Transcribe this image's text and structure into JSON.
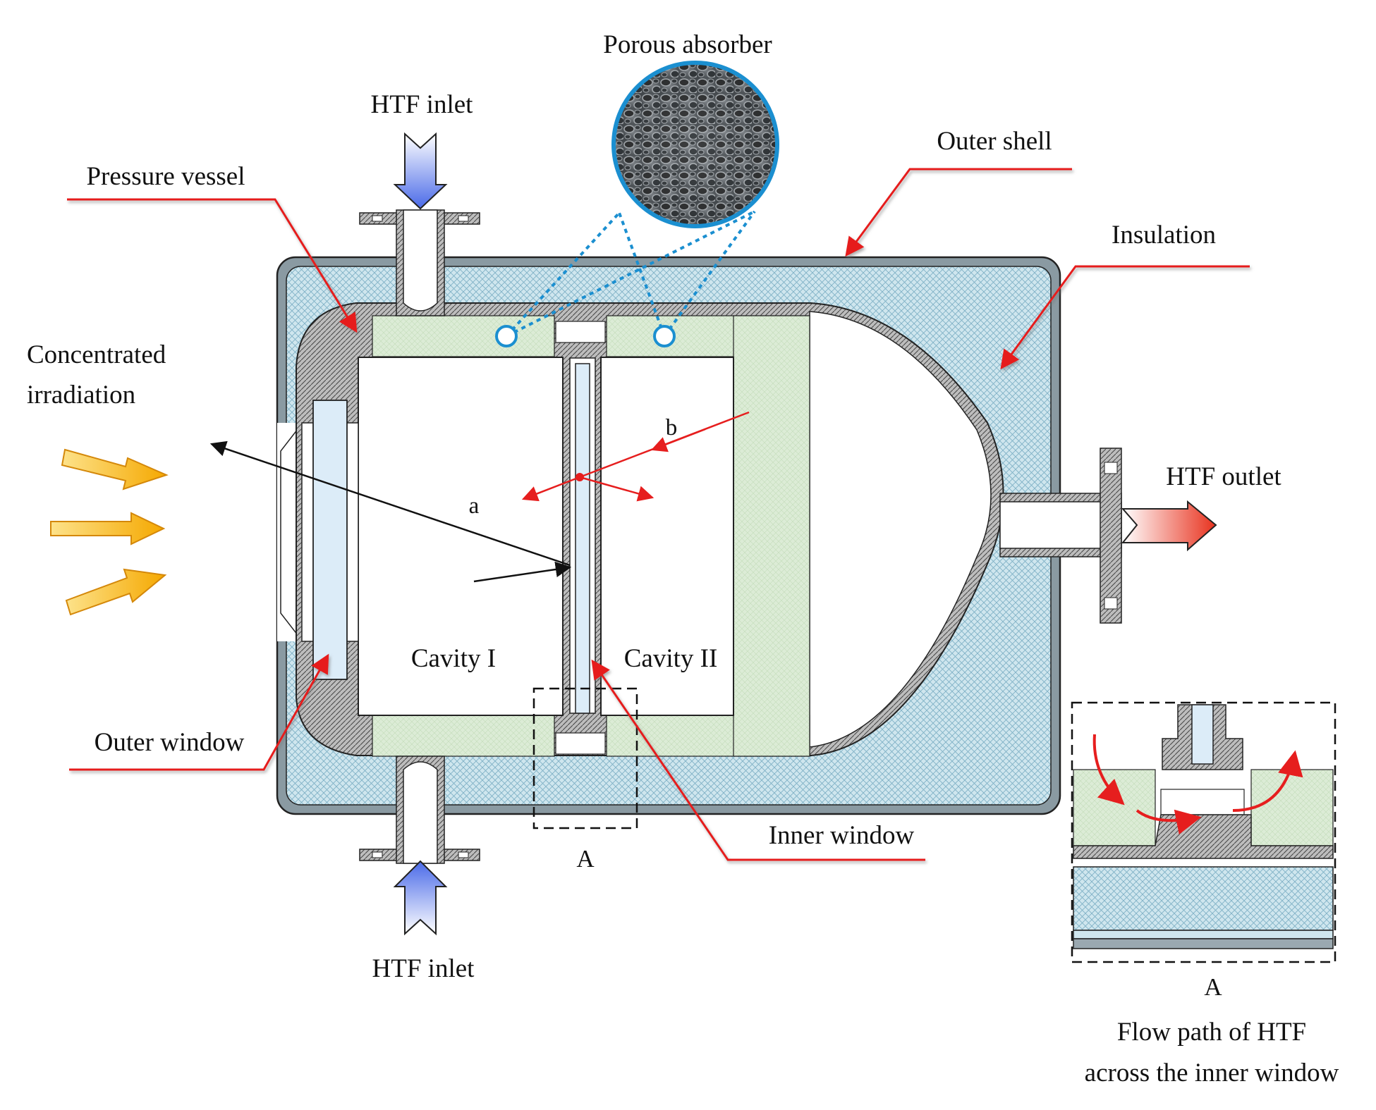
{
  "labels": {
    "porous_absorber": "Porous absorber",
    "htf_inlet_top": "HTF inlet",
    "htf_inlet_bottom": "HTF inlet",
    "outer_shell": "Outer shell",
    "pressure_vessel": "Pressure vessel",
    "insulation": "Insulation",
    "concentrated_1": "Concentrated",
    "concentrated_2": "irradiation",
    "htf_outlet": "HTF outlet",
    "ray_a": "a",
    "ray_b": "b",
    "cavity_1": "Cavity I",
    "cavity_2": "Cavity II",
    "outer_window": "Outer window",
    "inner_window": "Inner window",
    "detail_a": "A",
    "detail_a_inset": "A",
    "inset_caption_1": "Flow path of HTF",
    "inset_caption_2": "across the inner window"
  },
  "colors": {
    "insulation": "#cfe6ee",
    "porous": "#dcecd6",
    "vessel_wall": "#a9a9a9",
    "window": "#dcecf8",
    "leader": "#e61e1e",
    "irradiation": "#f5b81c",
    "inlet_arrow": "#5a78e8",
    "outlet_arrow": "#e8412a",
    "absorber_marker": "#1b8fd0"
  }
}
